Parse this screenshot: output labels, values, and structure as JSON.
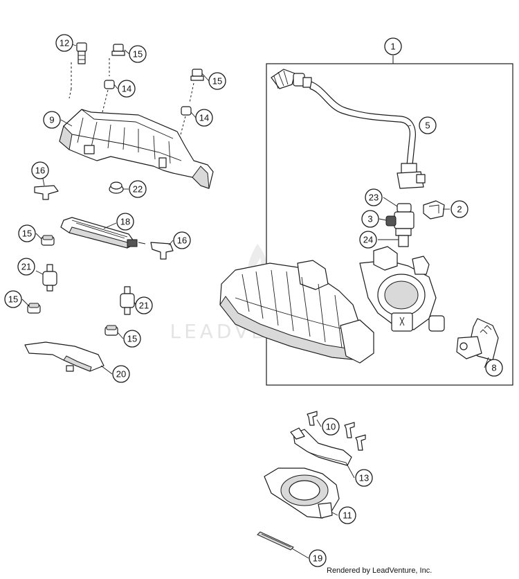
{
  "watermark": {
    "text": "LEADVENTURE"
  },
  "credit": "Rendered by LeadVenture, Inc.",
  "callouts": [
    {
      "id": "12",
      "label": "12"
    },
    {
      "id": "15a",
      "label": "15"
    },
    {
      "id": "15b",
      "label": "15"
    },
    {
      "id": "14a",
      "label": "14"
    },
    {
      "id": "14b",
      "label": "14"
    },
    {
      "id": "9",
      "label": "9"
    },
    {
      "id": "16a",
      "label": "16"
    },
    {
      "id": "22",
      "label": "22"
    },
    {
      "id": "15c",
      "label": "15"
    },
    {
      "id": "18",
      "label": "18"
    },
    {
      "id": "16b",
      "label": "16"
    },
    {
      "id": "21a",
      "label": "21"
    },
    {
      "id": "15d",
      "label": "15"
    },
    {
      "id": "21b",
      "label": "21"
    },
    {
      "id": "15e",
      "label": "15"
    },
    {
      "id": "20",
      "label": "20"
    },
    {
      "id": "1",
      "label": "1"
    },
    {
      "id": "5",
      "label": "5"
    },
    {
      "id": "23",
      "label": "23"
    },
    {
      "id": "2",
      "label": "2"
    },
    {
      "id": "3",
      "label": "3"
    },
    {
      "id": "24",
      "label": "24"
    },
    {
      "id": "8",
      "label": "8"
    },
    {
      "id": "10",
      "label": "10"
    },
    {
      "id": "13",
      "label": "13"
    },
    {
      "id": "11",
      "label": "11"
    },
    {
      "id": "19",
      "label": "19"
    }
  ]
}
